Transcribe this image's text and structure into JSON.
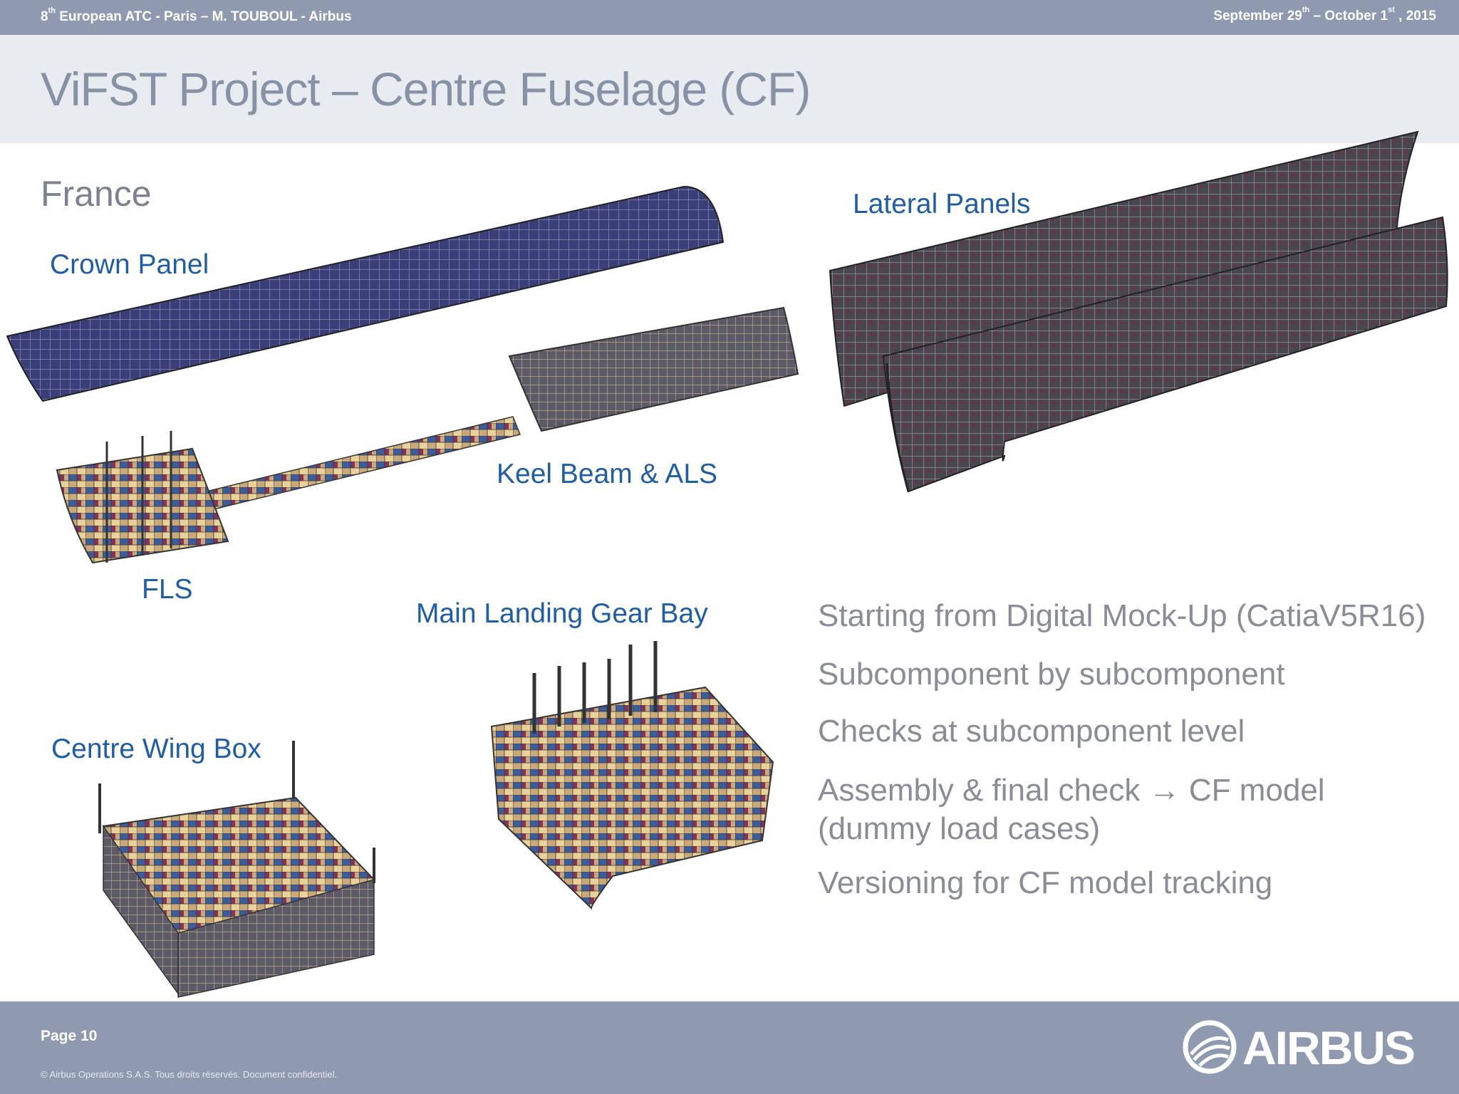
{
  "header": {
    "left_pre": "8",
    "left_sup": "th",
    "left_post": " European ATC - Paris – M. TOUBOUL - Airbus",
    "right_a": "September 29",
    "right_a_sup": "th",
    "right_b": "  – October 1",
    "right_b_sup": "st",
    "right_c": " , 2015"
  },
  "title": "ViFST Project – Centre Fuselage (CF)",
  "subtitle": "France",
  "labels": {
    "crown_panel": "Crown Panel",
    "lateral_panels": "Lateral Panels",
    "keel_beam": "Keel Beam & ALS",
    "fls": "FLS",
    "main_landing_gear_bay": "Main Landing Gear Bay",
    "centre_wing_box": "Centre Wing Box"
  },
  "bullets": [
    "Starting from Digital Mock-Up (CatiaV5R16)",
    "Subcomponent by subcomponent",
    "Checks at subcomponent level",
    "Assembly & final check → CF model",
    "(dummy load cases)",
    "Versioning for CF model tracking"
  ],
  "footer": {
    "page": "Page 10",
    "copyright": "© Airbus Operations S.A.S. Tous droits réservés. Document confidentiel.",
    "logo": "AIRBUS"
  }
}
